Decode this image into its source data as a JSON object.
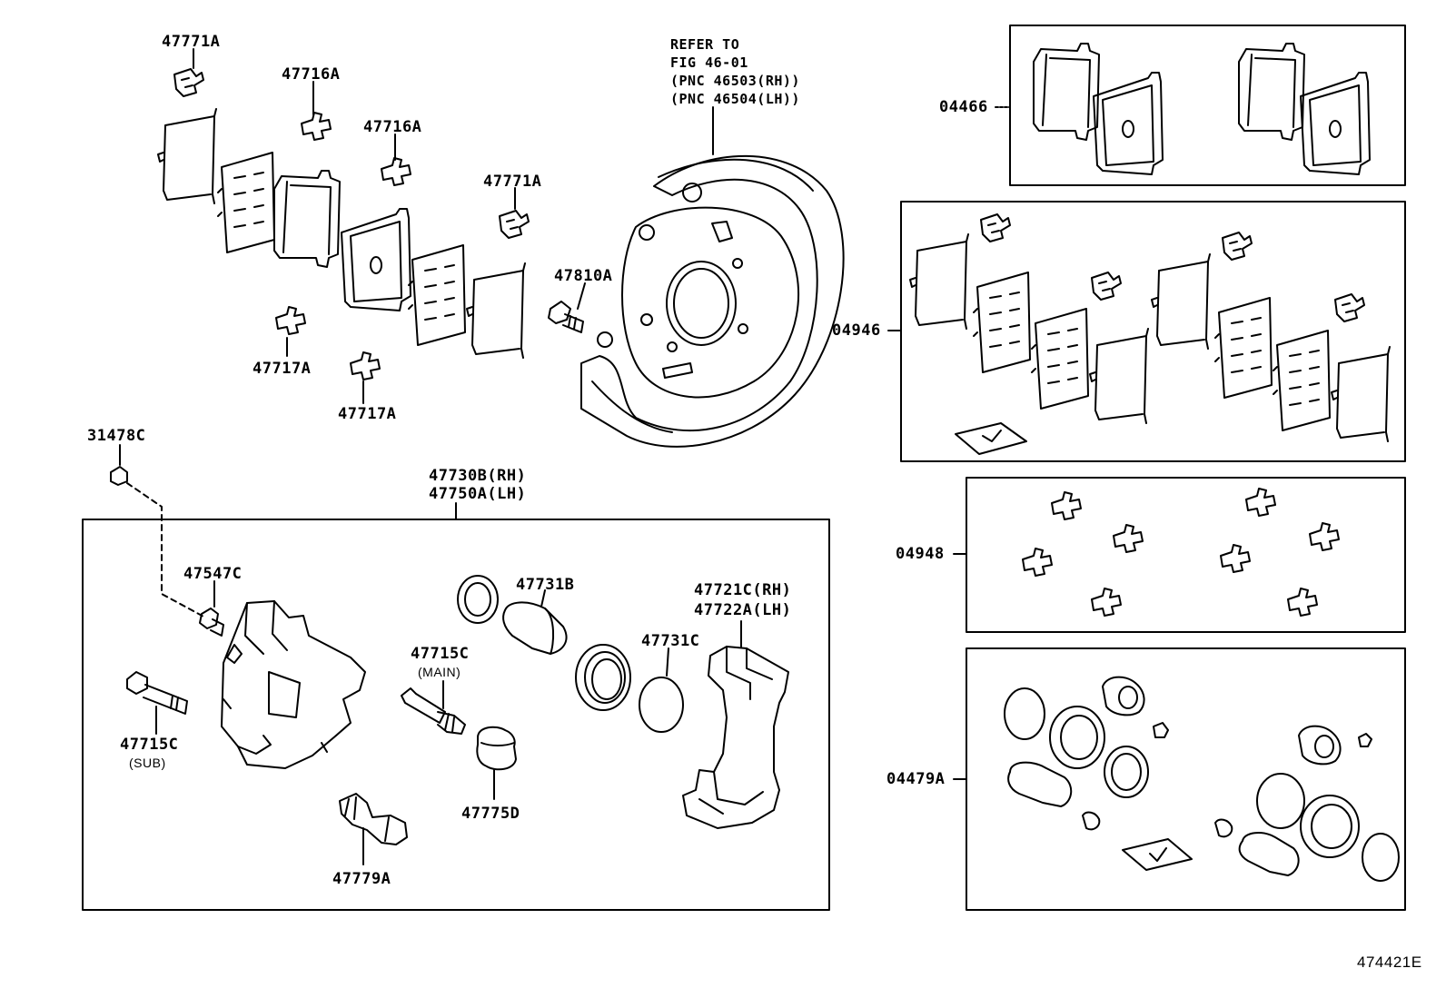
{
  "refer_note": [
    "REFER TO",
    "FIG 46-01",
    "(PNC 46503(RH))",
    "(PNC 46504(LH))"
  ],
  "parts": {
    "p47771A_top": "47771A",
    "p47716A_1": "47716A",
    "p47716A_2": "47716A",
    "p47771A_mid": "47771A",
    "p47810A": "47810A",
    "p47717A_1": "47717A",
    "p47717A_2": "47717A",
    "p31478C": "31478C",
    "p47730B": "47730B(RH)",
    "p47750A": "47750A(LH)",
    "p47547C": "47547C",
    "p47731B": "47731B",
    "p47721C": "47721C(RH)",
    "p47722A": "47722A(LH)",
    "p47715C_main": "47715C",
    "main_note": "(MAIN)",
    "p47731C": "47731C",
    "p47715C_sub": "47715C",
    "sub_note": "(SUB)",
    "p47775D": "47775D",
    "p47779A": "47779A"
  },
  "kits": {
    "k04466": "04466",
    "k04946": "04946",
    "k04948": "04948",
    "k04479A": "04479A"
  },
  "figure_id": "474421E"
}
